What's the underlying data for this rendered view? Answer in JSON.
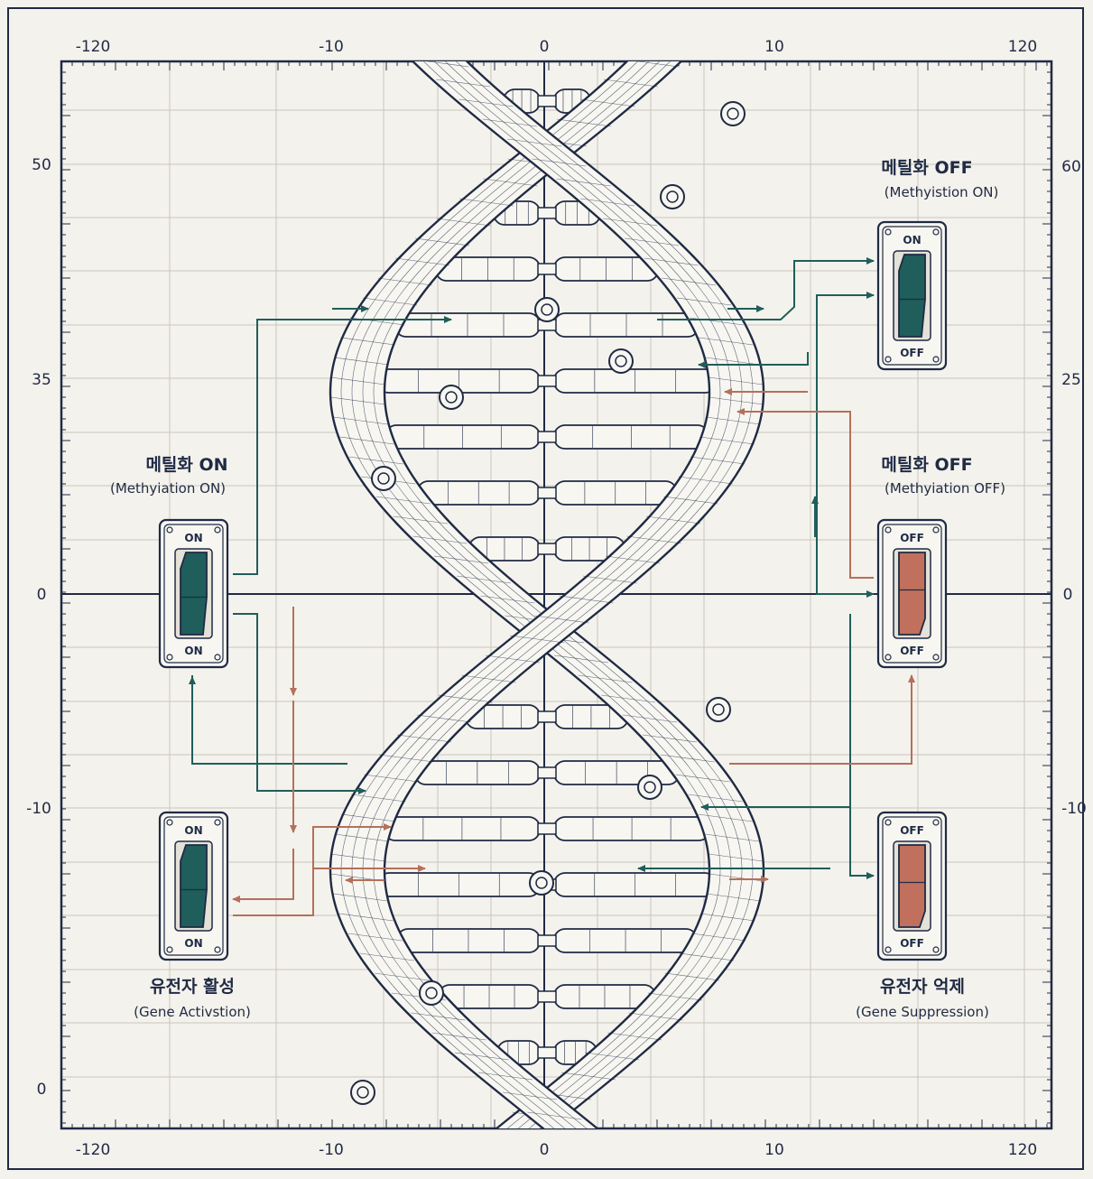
{
  "axes": {
    "top_ticks": [
      "-120",
      "-10",
      "0",
      "10",
      "120"
    ],
    "bottom_ticks": [
      "-120",
      "-10",
      "0",
      "10",
      "120"
    ],
    "left_ticks": [
      "50",
      "35",
      "0",
      "-10",
      "0"
    ],
    "right_ticks": [
      "60",
      "25",
      "0",
      "-10"
    ]
  },
  "labels": {
    "methylation_on": {
      "ko": "메틸화 ON",
      "en": "(Methyiation ON)"
    },
    "methylation_off_top": {
      "ko": "메틸화 OFF",
      "en": "(Methyistion ON)"
    },
    "methylation_off_mid": {
      "ko": "메틸화 OFF",
      "en": "(Methyiation OFF)"
    },
    "gene_activation": {
      "ko": "유전자 활성",
      "en": "(Gene Activstion)"
    },
    "gene_suppression": {
      "ko": "유전자 억제",
      "en": "(Gene Suppression)"
    }
  },
  "switches": {
    "left_top": {
      "top": "ON",
      "bottom": "ON",
      "state": "on",
      "color": "#1f5e5b"
    },
    "left_bottom": {
      "top": "ON",
      "bottom": "ON",
      "state": "on",
      "color": "#1f5e5b"
    },
    "right_top": {
      "top": "ON",
      "bottom": "OFF",
      "state": "on",
      "color": "#1f5e5b"
    },
    "right_mid": {
      "top": "OFF",
      "bottom": "OFF",
      "state": "off",
      "color": "#c0705c"
    },
    "right_bottom": {
      "top": "OFF",
      "bottom": "OFF",
      "state": "off",
      "color": "#c0705c"
    }
  },
  "colors": {
    "ink": "#1f2a44",
    "grid": "#c9c6bd",
    "paper": "#f4f2ec",
    "teal": "#1f5e5b",
    "rust": "#b5705a"
  }
}
